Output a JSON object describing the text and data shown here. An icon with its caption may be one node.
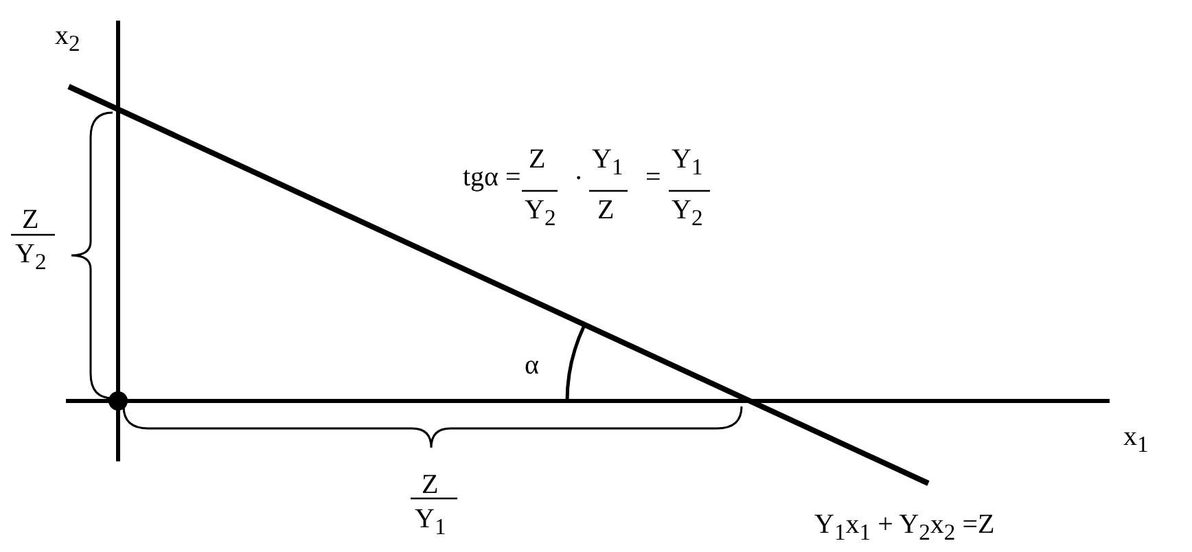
{
  "diagram": {
    "labels": [
      "x$_{2}$",
      "tgα =",
      "Z",
      "Y$_{2}$",
      "·",
      "Y$_{1}$",
      "Z",
      "=",
      "Y$_{1}$",
      "Y$_{2}$",
      "Z",
      "Y$_{2}$",
      "α",
      "x$_{1}$",
      "Z",
      "Y$_{1}$",
      "Y$_{1}$x$_{1}$ + Y$_{2}$x$_{2}$ =Z"
    ]
  }
}
